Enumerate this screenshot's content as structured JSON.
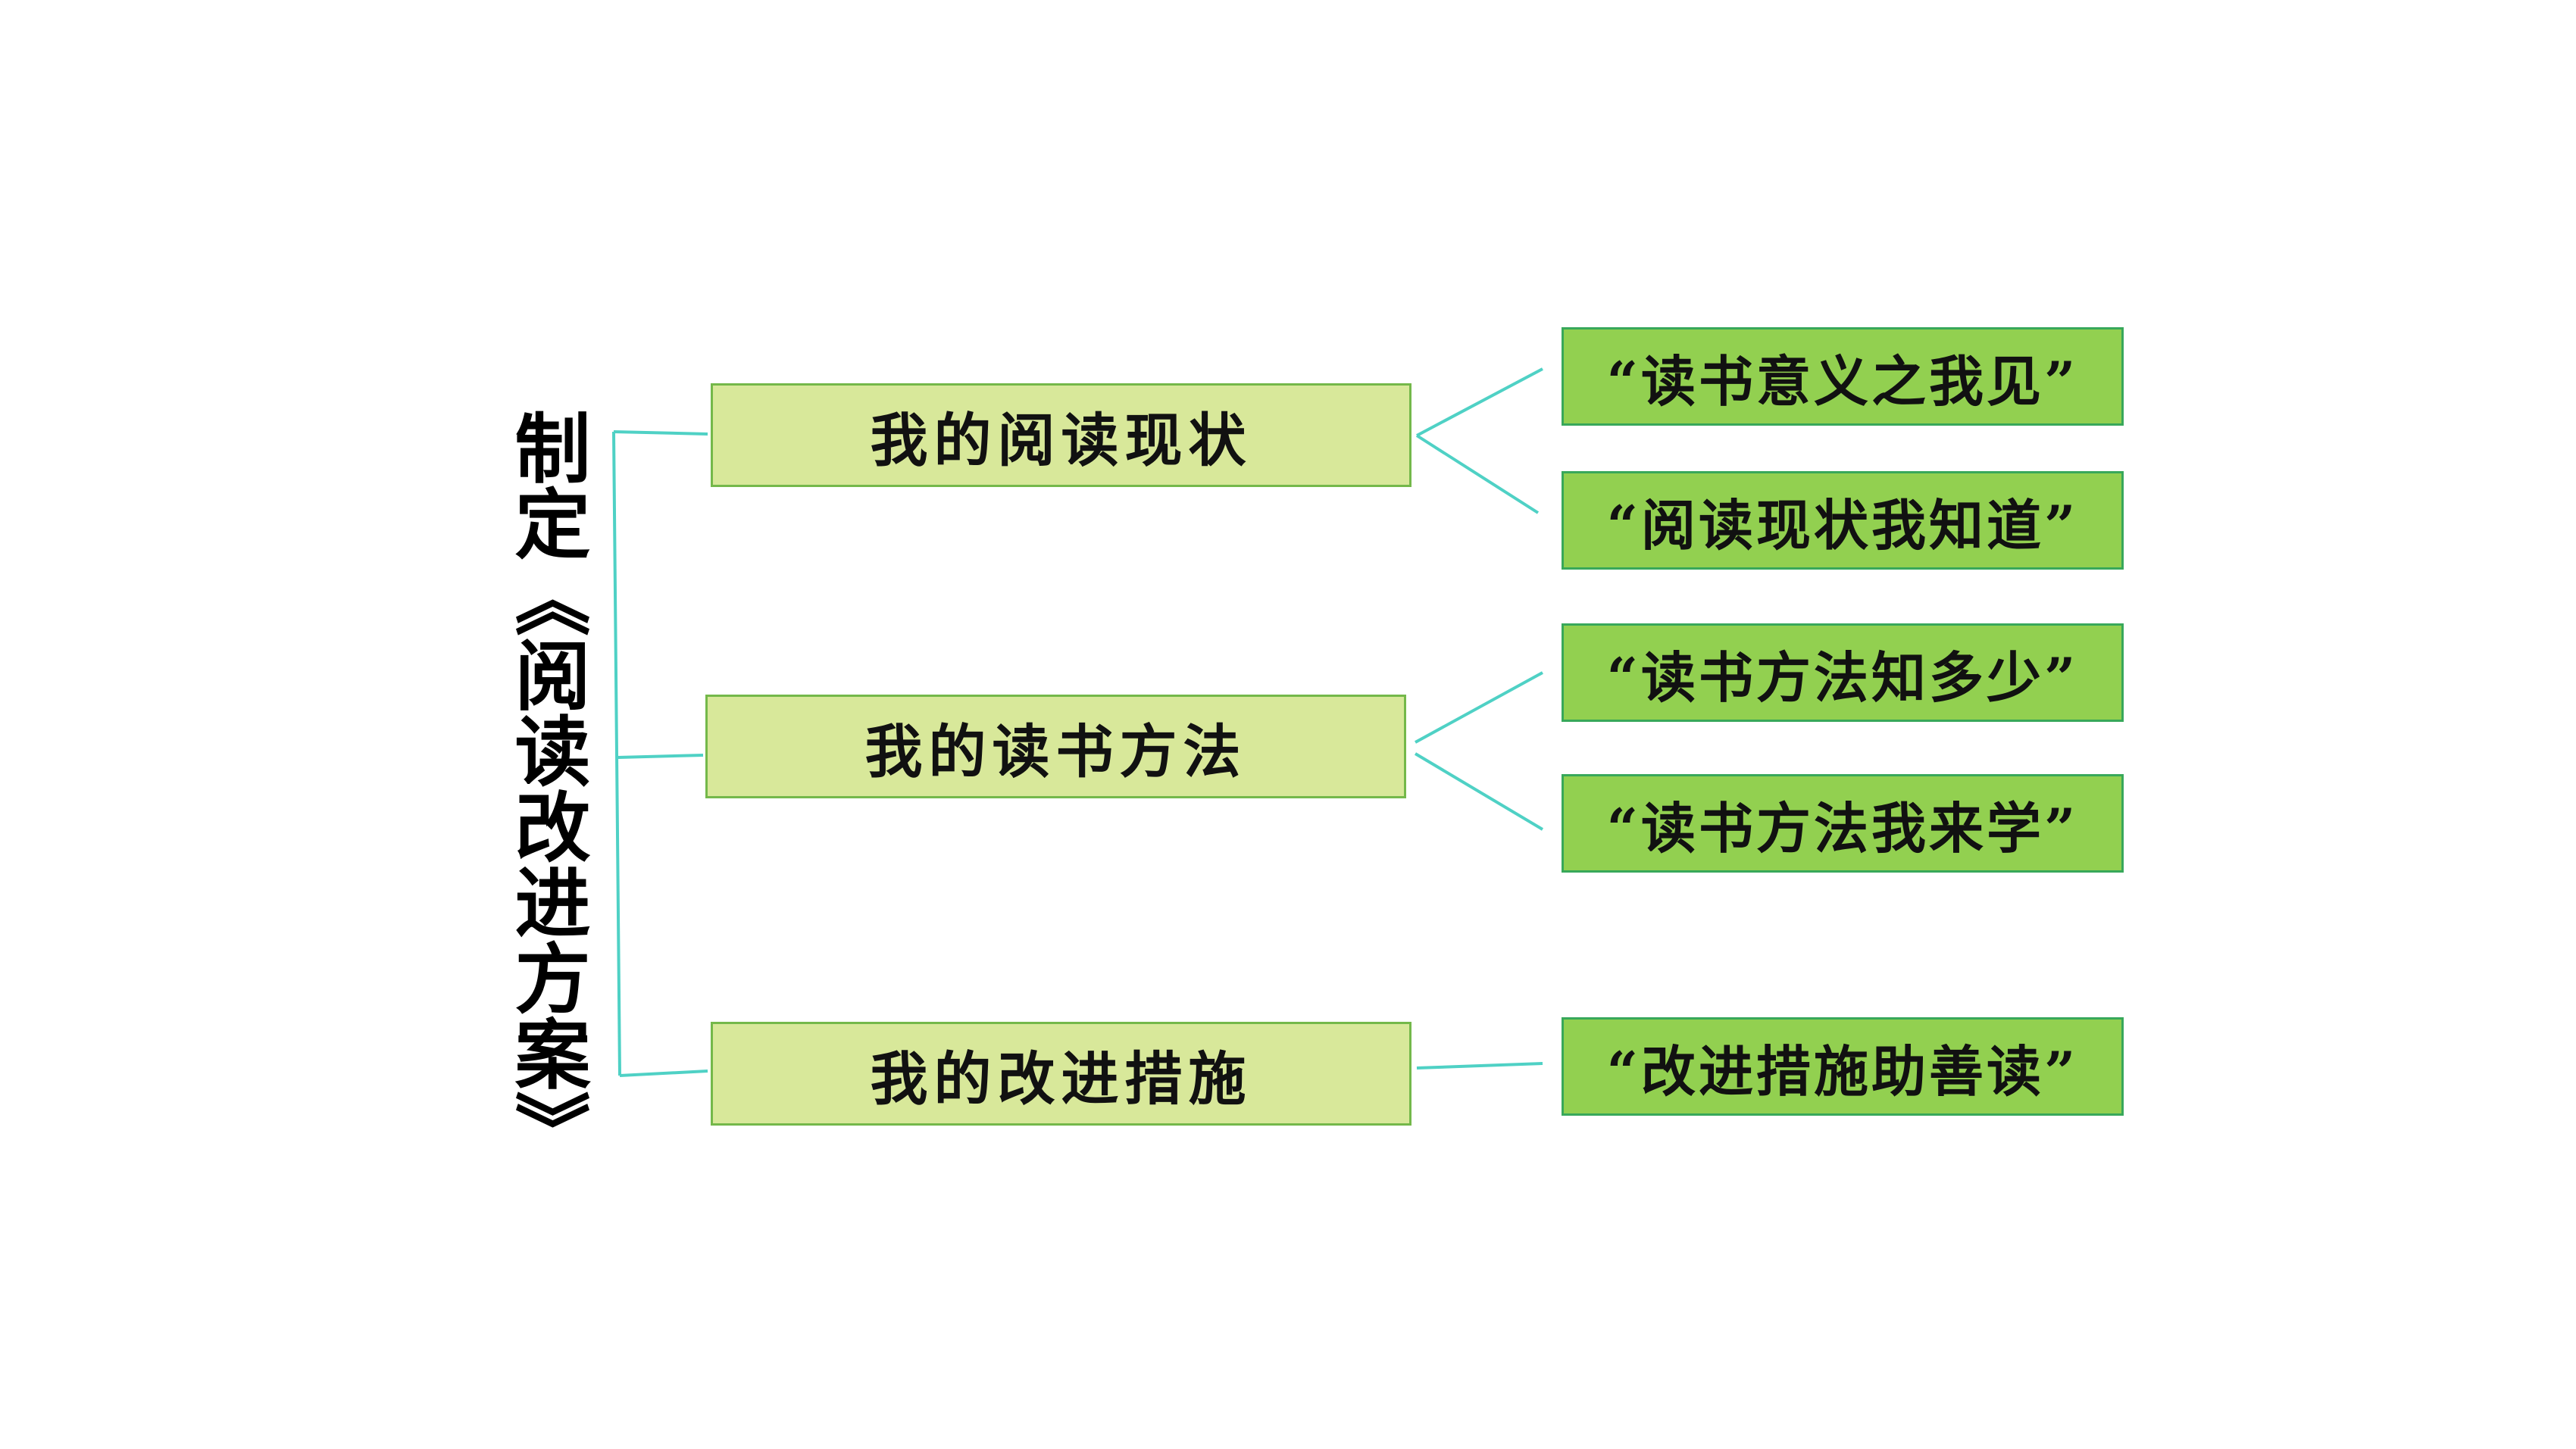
{
  "title": "制定《阅读改进方案》",
  "colors": {
    "connector": "#4fd1c5",
    "mid_fill": "#d8e89a",
    "mid_border": "#74b84a",
    "leaf_fill": "#92d050",
    "leaf_border": "#38a85a"
  },
  "branches": [
    {
      "label": "我的阅读现状",
      "leaves": [
        "“读书意义之我见”",
        "“阅读现状我知道”"
      ]
    },
    {
      "label": "我的读书方法",
      "leaves": [
        "“读书方法知多少”",
        "“读书方法我来学”"
      ]
    },
    {
      "label": "我的改进措施",
      "leaves": [
        "“改进措施助善读”"
      ]
    }
  ]
}
